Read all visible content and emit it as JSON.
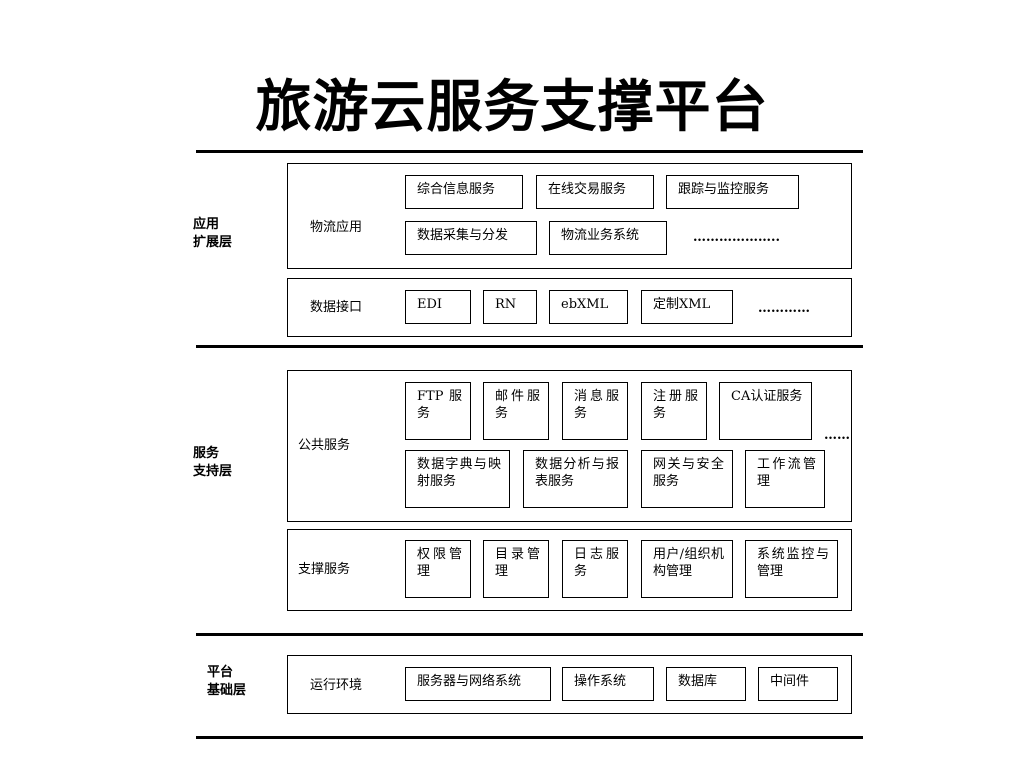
{
  "title": "旅游云服务支撑平台",
  "layers": {
    "app": "应用\n扩展层",
    "service": "服务\n支持层",
    "platform": "平台\n基础层"
  },
  "panels": {
    "logistics": {
      "label": "物流应用",
      "boxes": [
        "综合信息服务",
        "在线交易服务",
        "跟踪与监控服务",
        "数据采集与分发",
        "物流业务系统"
      ],
      "more": "……………….."
    },
    "data_interface": {
      "label": "数据接口",
      "boxes": [
        "EDI",
        "RN",
        "ebXML",
        "定制XML"
      ],
      "more": "…………"
    },
    "public_service": {
      "label": "公共服务",
      "boxes": [
        "FTP 服务",
        "邮件服务",
        "消息服务",
        "注册服务",
        "CA认证服务",
        "数据字典与映射服务",
        "数据分析与报表服务",
        "网关与安全服务",
        "工作流管理"
      ],
      "more": "……"
    },
    "support_service": {
      "label": "支撑服务",
      "boxes": [
        "权限管理",
        "目录管理",
        "日志服务",
        "用户/组织机构管理",
        "系统监控与管理"
      ]
    },
    "runtime": {
      "label": "运行环境",
      "boxes": [
        "服务器与网络系统",
        "操作系统",
        "数据库",
        "中间件"
      ]
    }
  }
}
